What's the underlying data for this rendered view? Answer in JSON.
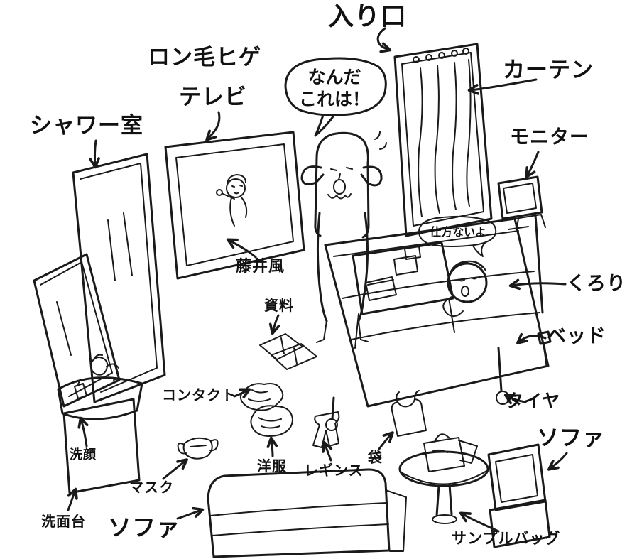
{
  "scene": {
    "description": "hand-drawn room layout sketch with Japanese labels"
  },
  "labels": {
    "entrance": "入り口",
    "long_hair_beard": "ロン毛ヒゲ",
    "tv": "テレビ",
    "shower_room": "シャワー室",
    "curtain": "カーテン",
    "monitor": "モニター",
    "fujii_kaze": "藤井風",
    "kurori": "くろり",
    "bed": "ベッド",
    "documents": "資料",
    "contacts": "コンタクト",
    "tire": "タイヤ",
    "sofa_right": "ソファ",
    "face_wash": "洗顔",
    "mask": "マスク",
    "washstand": "洗面台",
    "sofa_bottom": "ソファ",
    "clothes": "洋服",
    "leggings": "レギンス",
    "bag": "袋",
    "sample_bag": "サンプルバッグ"
  },
  "speech_bubbles": {
    "standing_person_line1": "なんだ",
    "standing_person_line2": "これは！",
    "lying_person": "仕方ないよ"
  },
  "colors": {
    "ink": "#1a1a1a",
    "background": "#ffffff"
  }
}
